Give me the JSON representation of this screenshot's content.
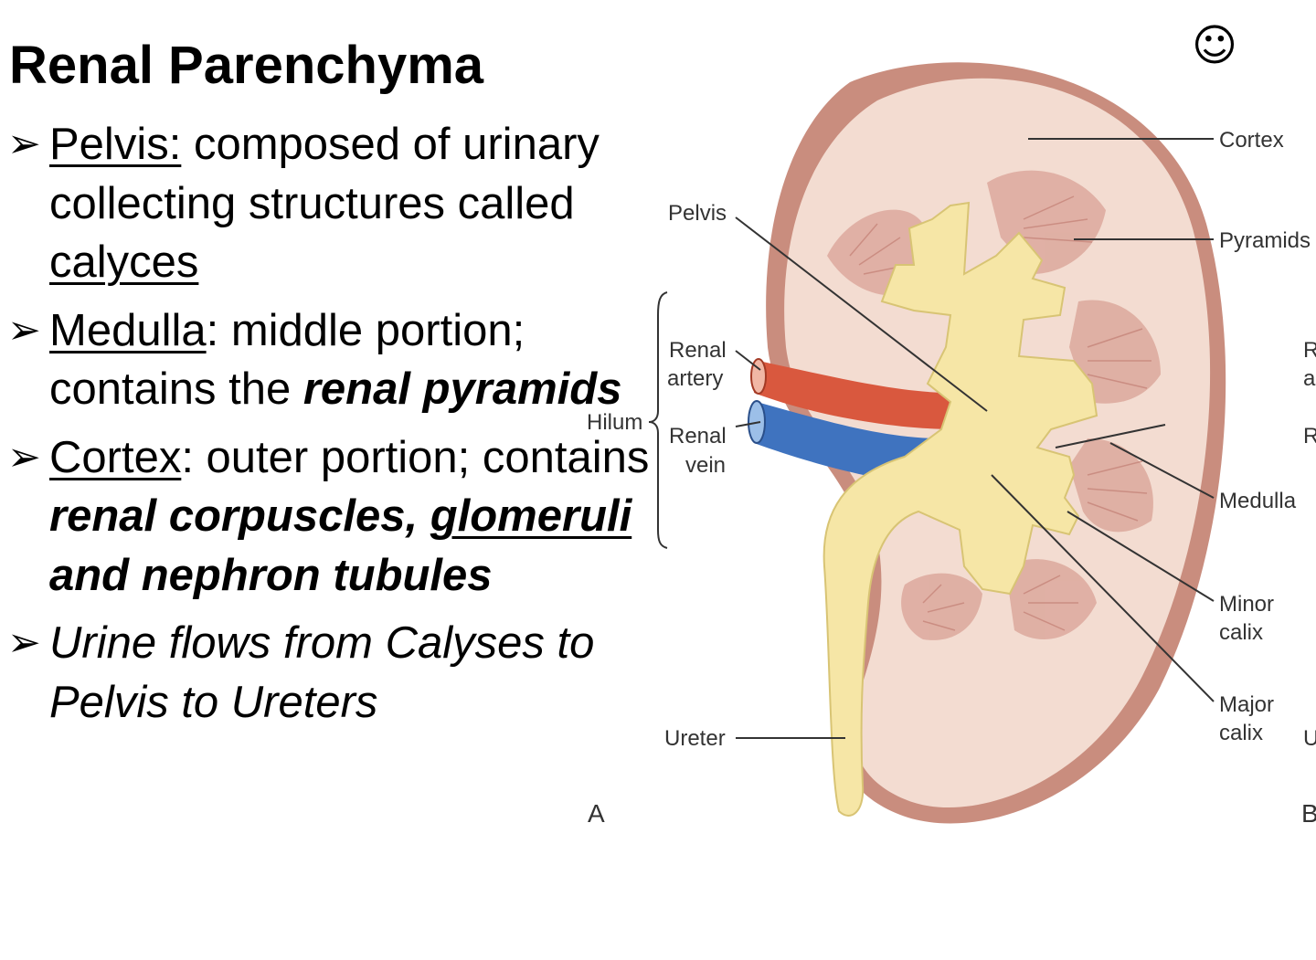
{
  "slide": {
    "title": "Renal Parenchyma",
    "smiley": "☺",
    "arrow_glyph": "➢",
    "bullets": {
      "pelvis": {
        "term": "Pelvis:",
        "text1": " composed of urinary collecting structures called ",
        "term2": "calyces"
      },
      "medulla": {
        "term": "Medulla",
        "text1": ": middle portion; contains the ",
        "emph": "renal pyramids"
      },
      "cortex": {
        "term": "Cortex",
        "text1": ": outer portion; contains ",
        "emph1": "renal corpuscles,",
        "emph2": "glomeruli",
        "emph3": " and nephron tubules"
      },
      "flow": {
        "text": "Urine flows from Calyses to Pelvis to Ureters"
      }
    }
  },
  "diagram": {
    "labels": {
      "cortex": "Cortex",
      "pyramids": "Pyramids",
      "pelvis": "Pelvis",
      "renal_artery_1": "Renal",
      "renal_artery_2": "artery",
      "hilum": "Hilum",
      "renal_vein_1": "Renal",
      "renal_vein_2": "vein",
      "medulla": "Medulla",
      "minor_calix_1": "Minor",
      "minor_calix_2": "calix",
      "major_calix_1": "Major",
      "major_calix_2": "calix",
      "ureter": "Ureter",
      "panel_a": "A",
      "panel_b": "B",
      "cut_r1": "R",
      "cut_a": "a",
      "cut_r2": "R",
      "cut_u": "U"
    },
    "colors": {
      "capsule": "#c98d7e",
      "cortex_fill": "#f3dcd1",
      "pyramid": "#d9a295",
      "pelvis_fill": "#f6e6a6",
      "artery": "#d9583e",
      "vein": "#3f73bf"
    }
  }
}
